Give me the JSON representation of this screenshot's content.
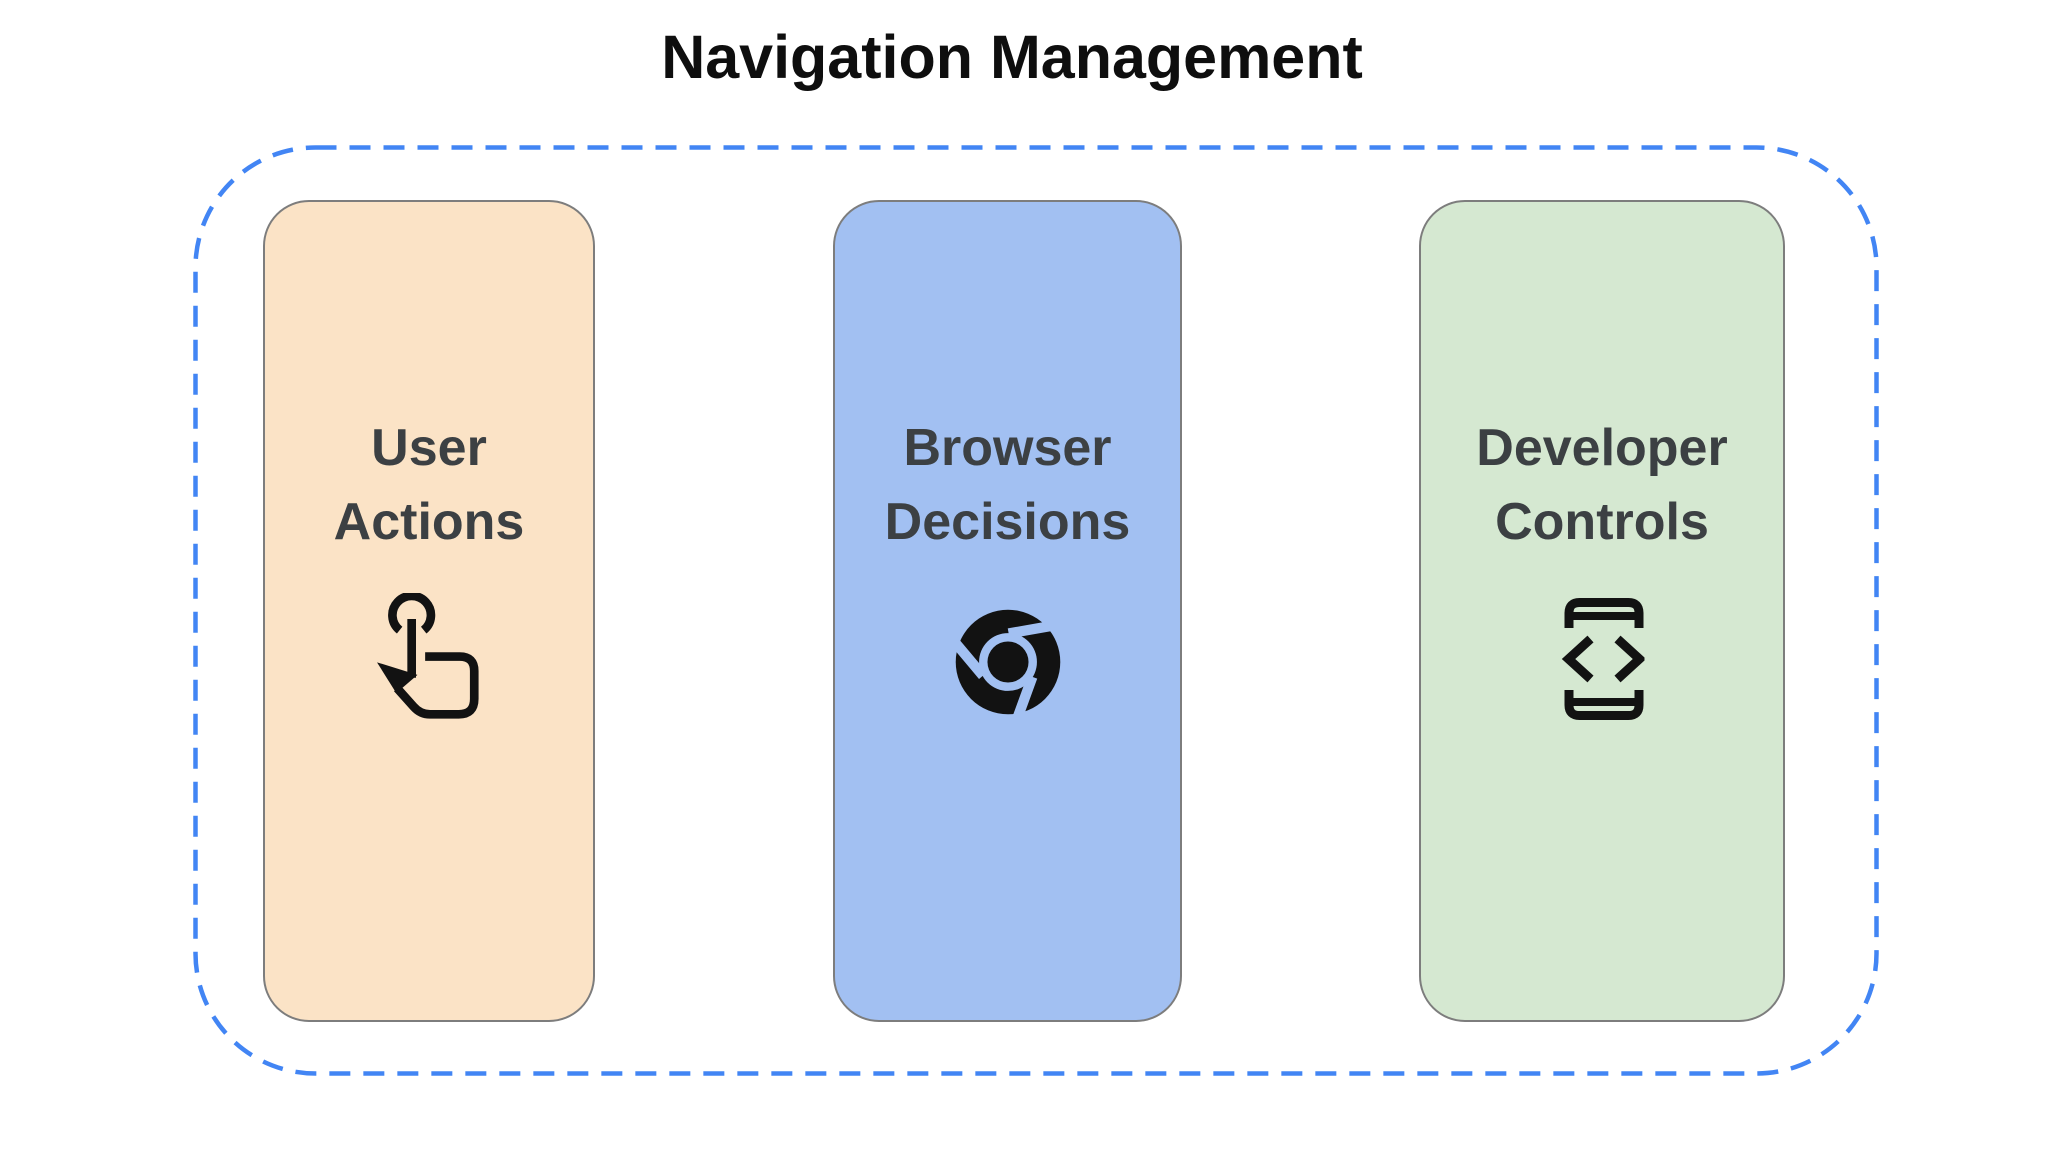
{
  "title": "Navigation Management",
  "container": {
    "name": "navigation-management-group",
    "border_color": "#4285f4"
  },
  "cards": [
    {
      "label": "User Actions",
      "icon": "touch-gesture-icon",
      "bg": "#fbe3c6"
    },
    {
      "label": "Browser Decisions",
      "icon": "chrome-browser-icon",
      "bg": "#a2c0f2"
    },
    {
      "label": "Developer Controls",
      "icon": "developer-mode-icon",
      "bg": "#d5e8d1"
    }
  ],
  "colors": {
    "title_text": "#0e0e0e",
    "label_text": "#3c4043",
    "icon": "#121212",
    "card_border": "#7d7d7d"
  }
}
